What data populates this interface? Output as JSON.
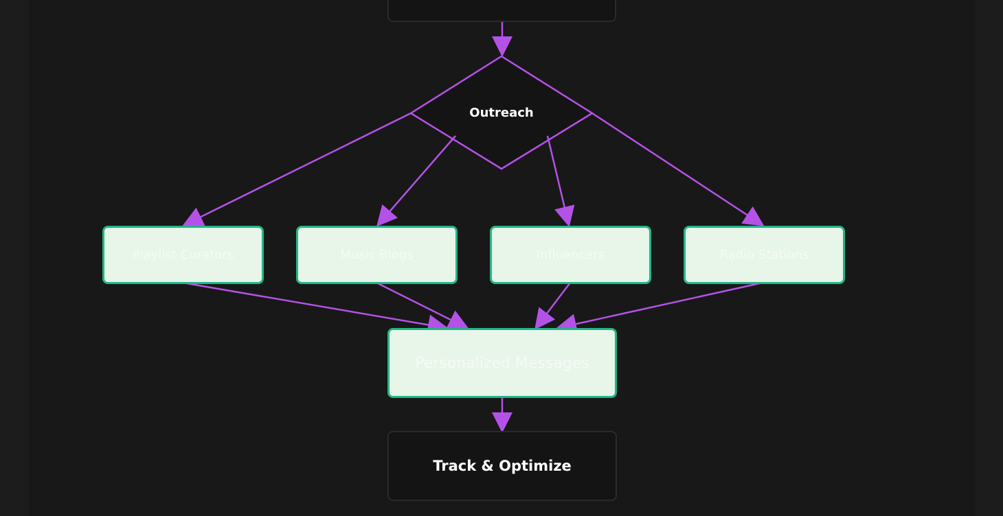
{
  "diagram": {
    "decision": {
      "label": "Outreach"
    },
    "channels": [
      {
        "label": "Playlist Curators"
      },
      {
        "label": "Music Blogs"
      },
      {
        "label": "Influencers"
      },
      {
        "label": "Radio Stations"
      }
    ],
    "merge": {
      "label": "Personalized Messages"
    },
    "final": {
      "label": "Track & Optimize"
    },
    "top_node": {
      "label": ""
    },
    "colors": {
      "edge": "#b452e8",
      "node_fill": "#e8f5e9",
      "node_border": "#22b686",
      "dark_fill": "#141414",
      "background": "#181818"
    }
  }
}
